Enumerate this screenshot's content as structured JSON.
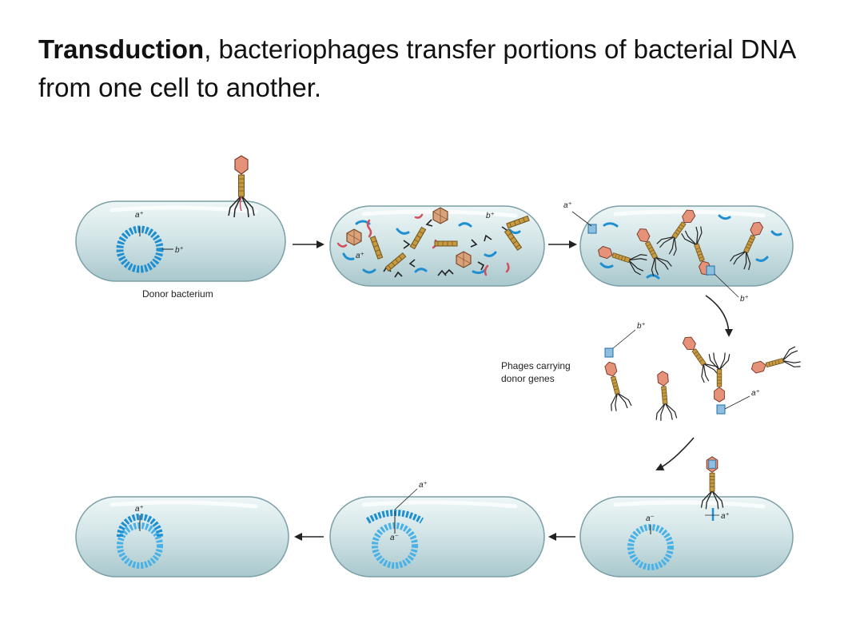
{
  "caption": {
    "bold": "Transduction",
    "rest": ", bacteriophages transfer portions of bacterial DNA from one cell to another."
  },
  "labels": {
    "donor": "Donor bacterium",
    "phages_carrying": [
      "Phages carrying",
      "donor genes"
    ]
  },
  "genes": {
    "a_plus": "a⁺",
    "b_plus": "b⁺",
    "a_minus": "a⁻"
  },
  "colors": {
    "cell_fill": "#cfe1e3",
    "cell_stroke": "#7a9fa6",
    "dna_blue": "#1f8fd1",
    "phage_head": "#e08a70",
    "phage_tail": "#b58a3a",
    "arrow": "#222222"
  }
}
